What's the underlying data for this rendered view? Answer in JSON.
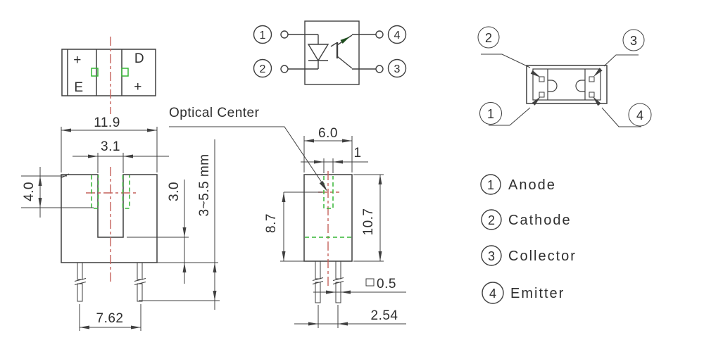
{
  "colors": {
    "line": "#3f3f3f",
    "text": "#2e2e2e",
    "center": "#c4605a",
    "aperture": "#35b535",
    "arrow": "#1e4d1e"
  },
  "top_view": {
    "corner_tl": "+",
    "corner_bl": "E",
    "corner_tr": "D",
    "corner_br": "+"
  },
  "schematic": {
    "pin1": "1",
    "pin2": "2",
    "pin3": "3",
    "pin4": "4"
  },
  "bottom_view": {
    "pin1": "1",
    "pin2": "2",
    "pin3": "3",
    "pin4": "4"
  },
  "front_view": {
    "overall_width": "11.9",
    "slot_width": "3.1",
    "window_height": "4.0",
    "slot_base_offset": "3.0",
    "lead_length": "3~5.5  mm",
    "lead_spacing": "7.62"
  },
  "side_view": {
    "optical_center_label": "Optical Center",
    "overall_depth": "6.0",
    "window_width": "1",
    "optical_center_height": "8.7",
    "overall_height": "10.7",
    "lead_thickness": "0.5",
    "lead_pitch": "2.54"
  },
  "legend": {
    "items": [
      {
        "num": "1",
        "name": "Anode"
      },
      {
        "num": "2",
        "name": "Cathode"
      },
      {
        "num": "3",
        "name": "Collector"
      },
      {
        "num": "4",
        "name": "Emitter"
      }
    ]
  }
}
